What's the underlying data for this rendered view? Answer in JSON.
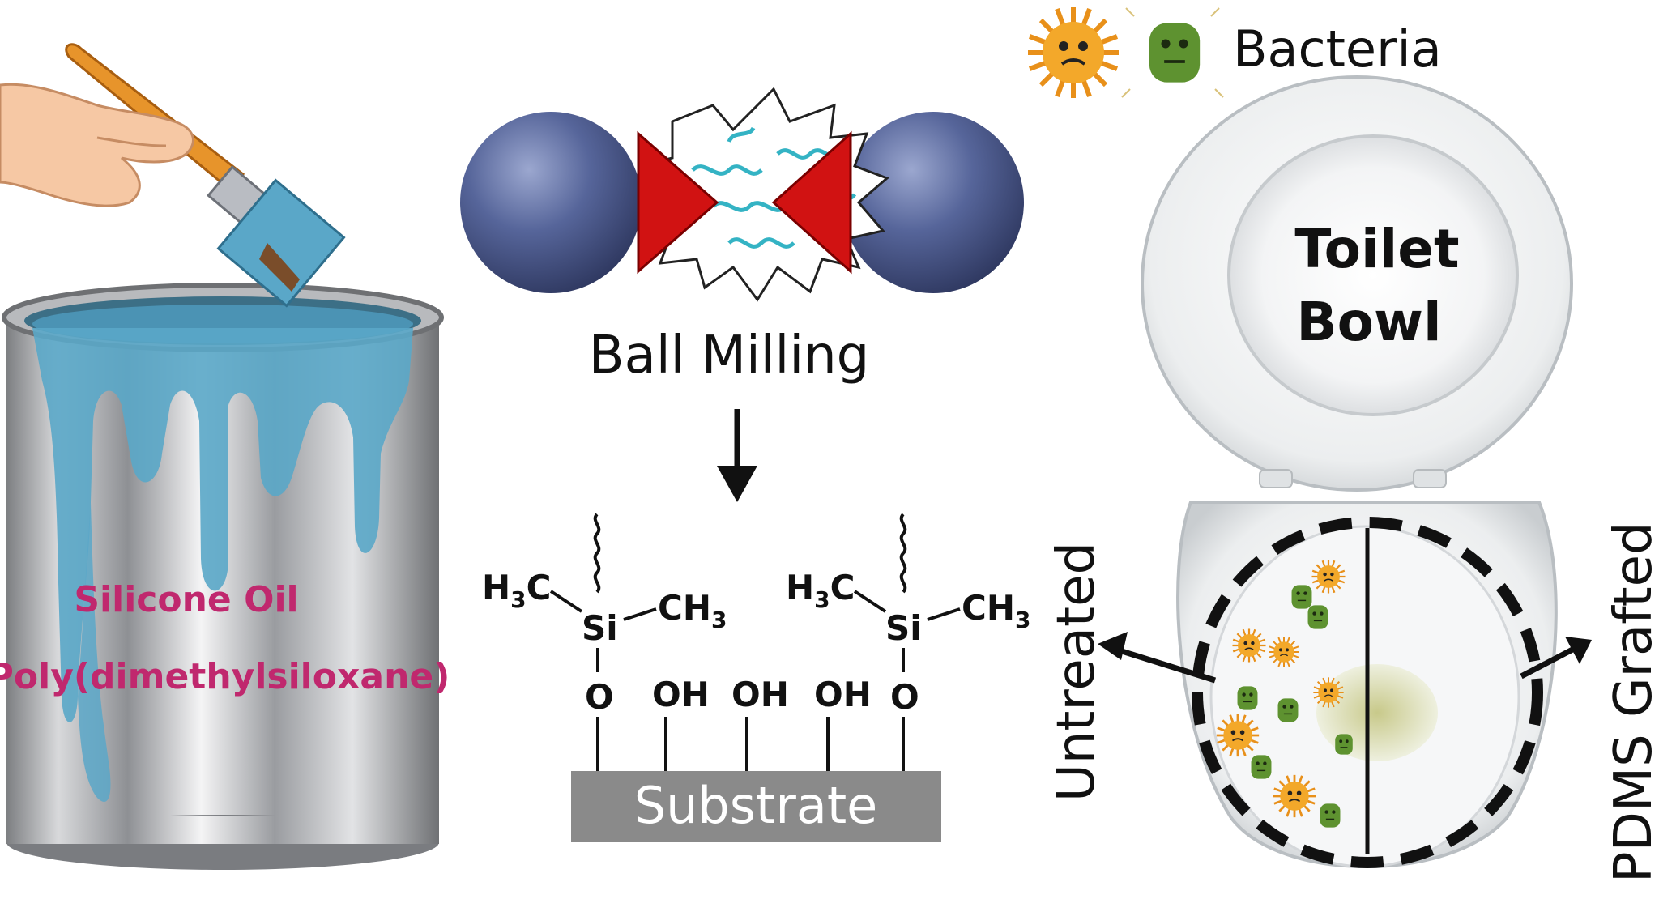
{
  "labels": {
    "bacteria": "Bacteria",
    "toilet_bowl_line1": "Toilet",
    "toilet_bowl_line2": "Bowl",
    "ball_milling": "Ball Milling",
    "substrate": "Substrate",
    "silicone_oil": "Silicone Oil",
    "pdms_full": "Poly(dimethylsiloxane)",
    "untreated": "Untreated",
    "pdms_grafted": "PDMS Grafted"
  },
  "chemistry": {
    "methyl_group": "CH",
    "methyl_sub": "3",
    "h3c_h": "H",
    "h3c_c": "C",
    "silicon": "Si",
    "oxygen": "O",
    "hydroxyl": "OH"
  },
  "icons": [
    "paint-can-icon",
    "paint-brush-icon",
    "hand-icon",
    "milling-ball-icon",
    "collision-burst-icon",
    "bacteria-icon",
    "toilet-icon",
    "down-arrow-icon"
  ],
  "colors": {
    "paint_blue": "#5aa7c8",
    "paint_label": "#c0286e",
    "ball_blue": "#4a5a8c",
    "wedge_red": "#d11212",
    "bacteria_orange": "#f0a020",
    "bacteria_green": "#5a8c2a",
    "substrate_gray": "#8a8a8a"
  }
}
